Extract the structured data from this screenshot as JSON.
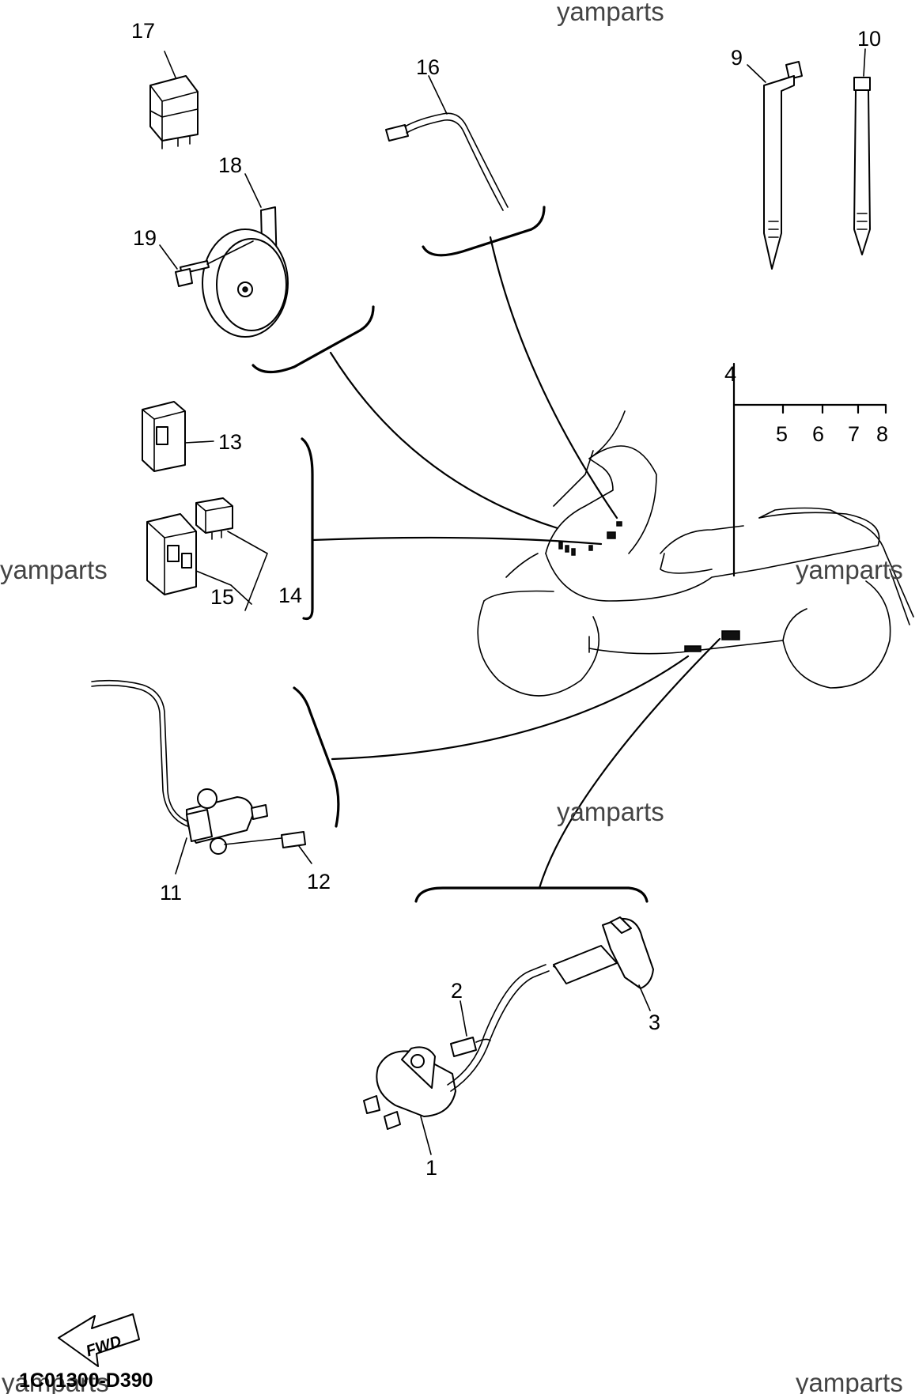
{
  "watermarks": {
    "top": "yamparts",
    "left": "yamparts",
    "right": "yamparts",
    "middle": "yamparts",
    "bottom_left": "yamparts",
    "bottom_right": "yamparts"
  },
  "diagram_code": "1C01300-D390",
  "fwd_label": "FWD",
  "callouts": {
    "p1": "1",
    "p2": "2",
    "p3": "3",
    "p4": "4",
    "p5": "5",
    "p6": "6",
    "p7": "7",
    "p8": "8",
    "p9": "9",
    "p10": "10",
    "p11": "11",
    "p12": "12",
    "p13": "13",
    "p14": "14",
    "p15": "15",
    "p16": "16",
    "p17": "17",
    "p18": "18",
    "p19": "19"
  }
}
